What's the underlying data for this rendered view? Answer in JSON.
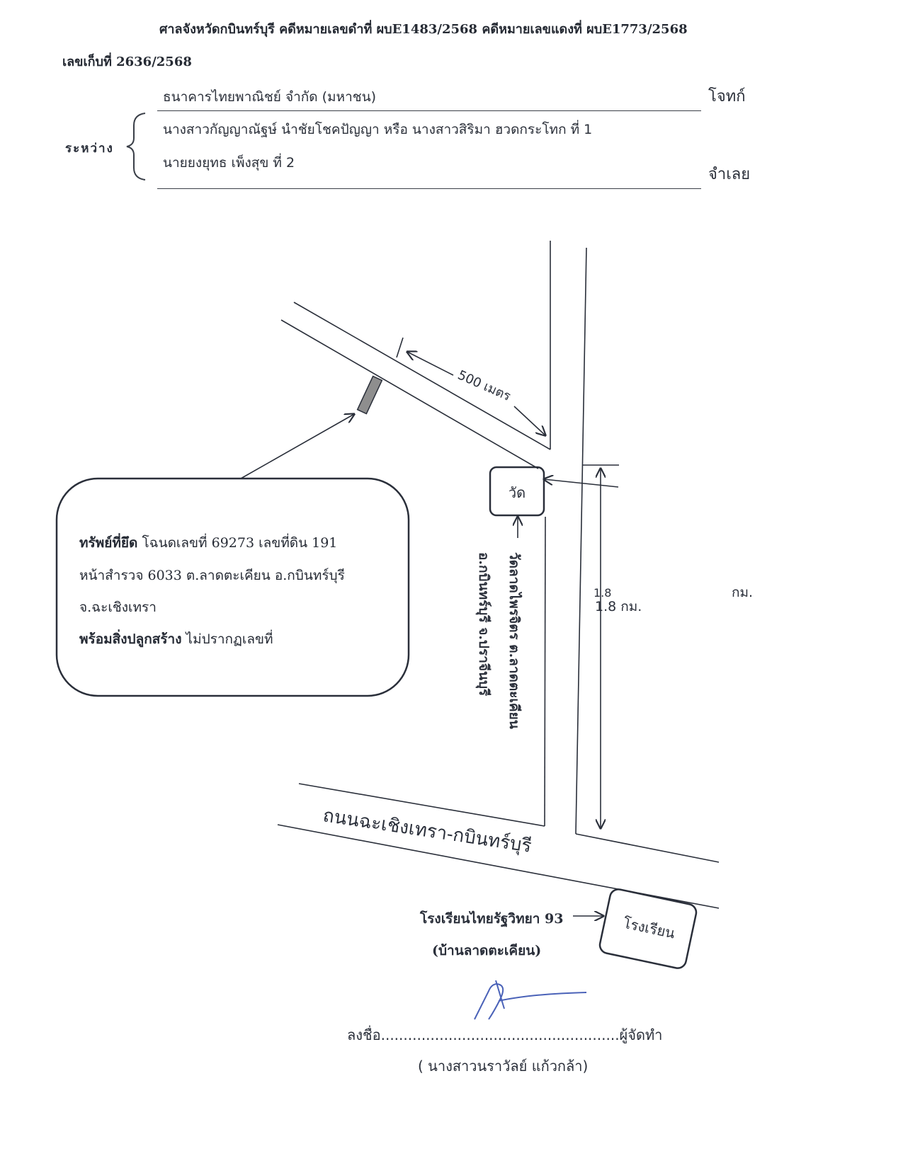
{
  "header": {
    "court_line": "ศาลจังหวัดกบินทร์บุรี  คดีหมายเลขดำที่ ผบE1483/2568 คดีหมายเลขแดงที่ ผบE1773/2568",
    "storage_no": "เลขเก็บที่ 2636/2568"
  },
  "parties": {
    "between_label": "ระหว่าง",
    "plaintiff": "ธนาคารไทยพาณิชย์ จำกัด (มหาชน)",
    "plaintiff_role": "โจทก์",
    "defendant_1": "นางสาวกัญญาณัฐษ์ นำชัยโชคปัญญา หรือ นางสาวสิริมา ฮวดกระโทก ที่ 1",
    "defendant_2": "นายยงยุทธ เพ็งสุข ที่ 2",
    "defendant_role": "จำเลย"
  },
  "map": {
    "distance_500": "500 เมตร",
    "temple_label": "วัด",
    "temple_name_line1": "วัดลาดไพรจิตร ต.ลาดตะเคียน",
    "temple_name_line2": "อ.กบินทร์บุรี จ.ปราจีนบุรี",
    "dist_num": "1.8",
    "dist_unit": "กม.",
    "dist_full": "1.8 กม.",
    "main_road": "ถนนฉะเชิงเทรา-กบินทร์บุรี",
    "school_box": "โรงเรียน",
    "school_name": "โรงเรียนไทยรัฐวิทยา 93",
    "school_sub": "(บ้านลาดตะเคียน)"
  },
  "property": {
    "label": "ทรัพย์ที่ยึด",
    "deed": "โฉนดเลขที่ 69273 เลขที่ดิน 191",
    "survey": "หน้าสำรวจ 6033 ต.ลาดตะเคียน อ.กบินทร์บุรี",
    "province": "จ.ฉะเชิงเทรา",
    "building_label": "พร้อมสิ่งปลูกสร้าง",
    "building_note": "ไม่ปรากฏเลขที่"
  },
  "signature": {
    "sign_line": "ลงชื่อ.....................................................ผู้จัดทำ",
    "name": "( นางสาวนราวัลย์ แก้วกล้า)"
  },
  "colors": {
    "ink": "#2a2f3a",
    "parcel": "#8e8e8e"
  }
}
